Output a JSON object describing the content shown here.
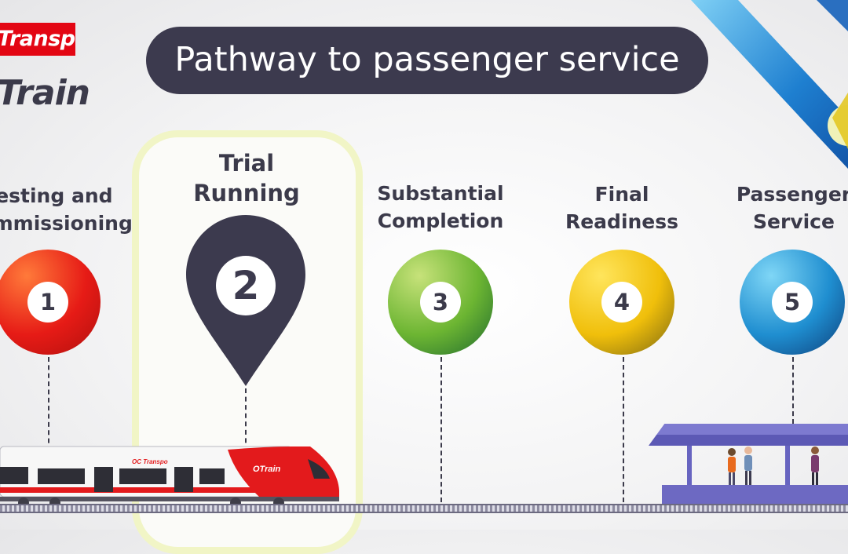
{
  "brand": {
    "top_logo": "Transpo",
    "train_logo": "Train",
    "train_livery_text": "OC Transpo",
    "train_cab_text": "OTrain"
  },
  "header": {
    "title": "Pathway to passenger service"
  },
  "stages": [
    {
      "number": "1",
      "label_line1": "Testing and",
      "label_line2": "Commissioning",
      "color": "#e11b14"
    },
    {
      "number": "2",
      "label_line1": "Trial",
      "label_line2": "Running",
      "color": "#3c3a4e",
      "active": true
    },
    {
      "number": "3",
      "label_line1": "Substantial",
      "label_line2": "Completion",
      "color": "#5fae2d"
    },
    {
      "number": "4",
      "label_line1": "Final",
      "label_line2": "Readiness",
      "color": "#e0b80a"
    },
    {
      "number": "5",
      "label_line1": "Passenger",
      "label_line2": "Service",
      "color": "#1f84c6"
    }
  ],
  "icons": {
    "pin": "location-pin-icon",
    "train": "train-illustration",
    "station": "station-platform-illustration"
  }
}
